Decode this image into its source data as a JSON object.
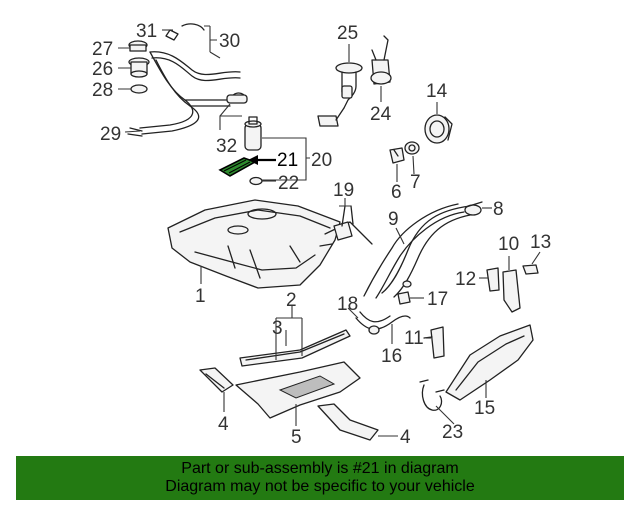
{
  "callouts": {
    "c1": "1",
    "c2": "2",
    "c3": "3",
    "c4a": "4",
    "c4b": "4",
    "c5": "5",
    "c6": "6",
    "c7": "7",
    "c8": "8",
    "c9": "9",
    "c10": "10",
    "c11": "11",
    "c12": "12",
    "c13": "13",
    "c14": "14",
    "c15": "15",
    "c16": "16",
    "c17": "17",
    "c18": "18",
    "c19": "19",
    "c20": "20",
    "c21": "21",
    "c22": "22",
    "c23": "23",
    "c24": "24",
    "c25": "25",
    "c26": "26",
    "c27": "27",
    "c28": "28",
    "c29": "29",
    "c30": "30",
    "c31": "31",
    "c32": "32"
  },
  "highlighted_part": "21",
  "colors": {
    "banner_bg": "#237a12",
    "highlight_part": "#2d8a2d"
  },
  "banner": {
    "line1": "Part or sub-assembly is #21 in diagram",
    "line2": "Diagram may not be specific to your vehicle"
  }
}
